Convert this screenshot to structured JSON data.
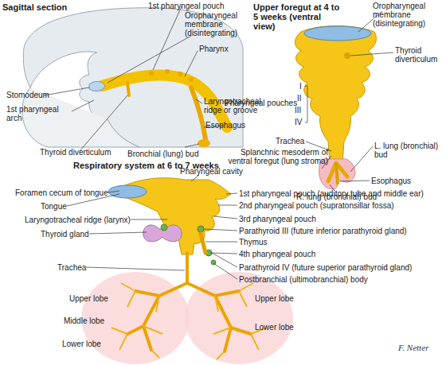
{
  "diagram": {
    "labels": [
      "Sagittal section",
      "1st pharyngeal pouch",
      "Oropharyngeal membrane (disintegrating)",
      "Pharynx",
      "Stomodeum",
      "1st pharyngeal arch",
      "Laryngotracheal ridge or groove",
      "Esophagus",
      "Bronchial (lung) bud",
      "Thyroid diverticulum",
      "Upper foregut at 4 to 5 weeks (ventral view)",
      "Oropharyngeal membrane (disintegrating)",
      "Pharyngeal pouches",
      "I",
      "II",
      "III",
      "IV",
      "Thyroid diverticulum",
      "Trachea",
      "Splanchnic mesoderm of ventral foregut (lung stroma)",
      "L. lung (bronchial) bud",
      "Esophagus",
      "R. lung (bronchial) bud",
      "Respiratory system at 6 to 7 weeks",
      "Pharyngeal cavity",
      "Foramen cecum of tongue",
      "1st pharyngeal pouch (auditory tube and middle ear)",
      "Tongue",
      "2nd pharyngeal pouch (supratonsillar fossa)",
      "Laryngotracheal ridge (larynx)",
      "3rd pharyngeal pouch",
      "Parathyroid III (future inferior parathyroid gland)",
      "Thyroid gland",
      "Thymus",
      "4th pharyngeal pouch",
      "Parathyroid IV (future superior parathyroid gland)",
      "Trachea",
      "Postbranchial (ultimobranchial) body",
      "Upper lobe",
      "Upper lobe",
      "Middle lobe",
      "Lower lobe",
      "Lower lobe",
      "F. Netter"
    ]
  }
}
